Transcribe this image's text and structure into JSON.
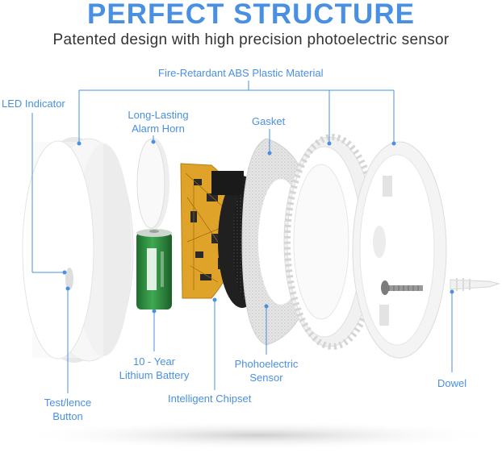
{
  "header": {
    "title": "PERFECT STRUCTURE",
    "subtitle": "Patented design with high precision photoelectric sensor"
  },
  "labels": {
    "fire_retardant": "Fire-Retardant ABS Plastic Material",
    "led_indicator": "LED Indicator",
    "alarm_horn_line1": "Long-Lasting",
    "alarm_horn_line2": "Alarm Horn",
    "gasket": "Gasket",
    "battery_line1": "10 - Year",
    "battery_line2": "Lithium Battery",
    "test_button_line1": "Test/lence",
    "test_button_line2": "Button",
    "chipset": "Intelligent Chipset",
    "sensor_line1": "Phohoelectric",
    "sensor_line2": "Sensor",
    "dowel": "Dowel"
  },
  "colors": {
    "accent": "#4a90e2",
    "text_dark": "#333333",
    "pcb": "#e0a32a",
    "battery": "#2f8a3e"
  }
}
